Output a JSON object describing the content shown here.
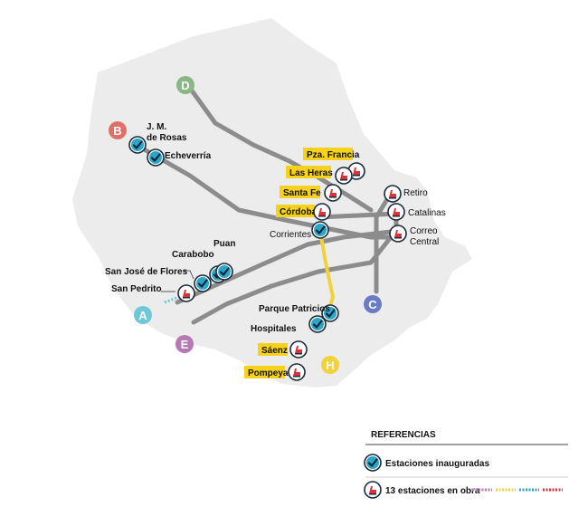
{
  "colors": {
    "city_fill": "#ececec",
    "track": "#8c8c8c",
    "line_h_track": "#f0d23c",
    "done_fill": "#2aa7c8",
    "done_ring": "#1b2b3a",
    "work_ring": "#1b2b3a",
    "work_icon": "#e0303a",
    "highlight": "#f7d21a",
    "line_a": "#6fc8d8",
    "line_b": "#e06f6a",
    "line_c": "#6b7cc6",
    "line_d": "#8ab786",
    "line_e": "#b57ab4",
    "line_h": "#f2d23a"
  },
  "lines": [
    {
      "letter": "A",
      "color_key": "line_a",
      "icon": "line-a-badge"
    },
    {
      "letter": "B",
      "color_key": "line_b",
      "icon": "line-b-badge"
    },
    {
      "letter": "C",
      "color_key": "line_c",
      "icon": "line-c-badge"
    },
    {
      "letter": "D",
      "color_key": "line_d",
      "icon": "line-d-badge"
    },
    {
      "letter": "E",
      "color_key": "line_e",
      "icon": "line-e-badge"
    },
    {
      "letter": "H",
      "color_key": "line_h",
      "icon": "line-h-badge"
    }
  ],
  "stations_inaugurated": [
    {
      "name": "J. M.",
      "name2": "de Rosas",
      "line": "B",
      "icon": "check-icon"
    },
    {
      "name": "Echeverría",
      "line": "B",
      "icon": "check-icon"
    },
    {
      "name": "Carabobo",
      "line": "A",
      "icon": "check-icon"
    },
    {
      "name": "Puan",
      "line": "A",
      "icon": "check-icon"
    },
    {
      "name": "San José de Flores",
      "line": "A",
      "icon": "check-icon"
    },
    {
      "name": "Corrientes",
      "line": "H",
      "icon": "check-icon"
    },
    {
      "name": "Parque Patricios",
      "line": "H",
      "icon": "check-icon"
    },
    {
      "name": "Hospitales",
      "line": "H",
      "icon": "check-icon"
    }
  ],
  "stations_in_works": [
    {
      "name": "Pza. Francia",
      "line": "H",
      "highlight": true,
      "icon": "works-icon"
    },
    {
      "name": "Las Heras",
      "line": "H",
      "highlight": true,
      "icon": "works-icon"
    },
    {
      "name": "Santa Fe",
      "line": "H",
      "highlight": true,
      "icon": "works-icon"
    },
    {
      "name": "Córdoba",
      "line": "H",
      "highlight": true,
      "icon": "works-icon"
    },
    {
      "name": "Retiro",
      "line": "E",
      "highlight": false,
      "icon": "works-icon"
    },
    {
      "name": "Catalinas",
      "line": "E",
      "highlight": false,
      "icon": "works-icon"
    },
    {
      "name": "Correo",
      "name2": "Central",
      "line": "E",
      "highlight": false,
      "icon": "works-icon"
    },
    {
      "name": "San Pedrito",
      "line": "A",
      "highlight": false,
      "icon": "works-icon"
    },
    {
      "name": "Sáenz",
      "line": "H",
      "highlight": true,
      "icon": "works-icon"
    },
    {
      "name": "Pompeya",
      "line": "H",
      "highlight": true,
      "icon": "works-icon"
    }
  ],
  "legend": {
    "title": "REFERENCIAS",
    "items": [
      {
        "label": "Estaciones inauguradas",
        "icon": "check-icon"
      },
      {
        "label": "13 estaciones en obra",
        "icon": "works-icon",
        "dash_colors": [
          "#b57ab4",
          "#f2d23a",
          "#2aa7c8",
          "#e0303a"
        ]
      }
    ]
  }
}
